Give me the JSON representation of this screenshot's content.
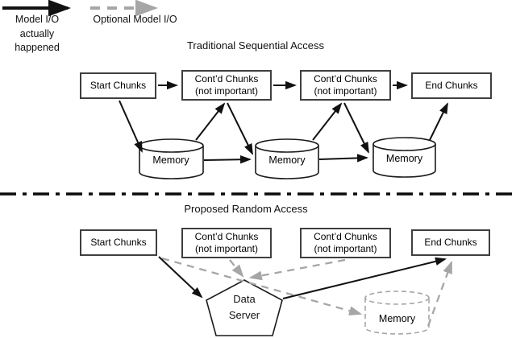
{
  "legend": {
    "solid_label": "Model I/O\nactually\nhappened",
    "dashed_label": "Optional Model I/O"
  },
  "titles": {
    "traditional": "Traditional Sequential Access",
    "proposed": "Proposed Random Access"
  },
  "nodes": {
    "start_chunks": "Start Chunks",
    "contd_chunks": "Cont’d Chunks\n(not important)",
    "end_chunks": "End Chunks",
    "memory": "Memory",
    "data_server": "Data\nServer"
  },
  "colors": {
    "solid_line": "#111111",
    "optional_gray": "#a6a6a6",
    "box_border": "#3f3f3f",
    "background": "#ffffff"
  }
}
